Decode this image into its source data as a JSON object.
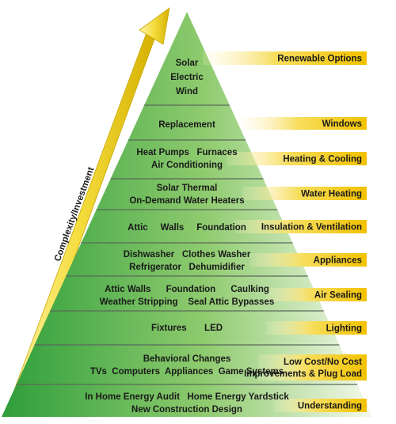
{
  "axis_label": "Complexity/Investment",
  "tiers": [
    {
      "lines": [
        "Solar",
        "Electric",
        "Wind"
      ],
      "label": [
        "Renewable Options"
      ]
    },
    {
      "lines": [
        "Replacement"
      ],
      "label": [
        "Windows"
      ]
    },
    {
      "lines": [
        "Heat Pumps   Furnaces",
        "Air Conditioning"
      ],
      "label": [
        "Heating & Cooling"
      ]
    },
    {
      "lines": [
        "Solar Thermal",
        "On-Demand Water Heaters"
      ],
      "label": [
        "Water Heating"
      ]
    },
    {
      "lines": [
        "Attic     Walls     Foundation"
      ],
      "label": [
        "Insulation & Ventilation"
      ]
    },
    {
      "lines": [
        "Dishwasher   Clothes Washer",
        "Refrigerator   Dehumidifier"
      ],
      "label": [
        "Appliances"
      ]
    },
    {
      "lines": [
        "Attic Walls      Foundation      Caulking",
        "Weather Stripping    Seal Attic Bypasses"
      ],
      "label": [
        "Air Sealing"
      ]
    },
    {
      "lines": [
        "Fixtures       LED"
      ],
      "label": [
        "Lighting"
      ]
    },
    {
      "lines": [
        "Behavioral Changes",
        "TVs  Computers  Appliances  Game Systems"
      ],
      "label": [
        "Low Cost/No Cost",
        "Improvements & Plug Load"
      ]
    },
    {
      "lines": [
        "In Home Energy Audit   Home Energy Yardstick",
        "New Construction Design"
      ],
      "label": [
        "Understanding"
      ]
    }
  ],
  "colors": {
    "green_dark": "#2f9e3a",
    "green_light": "#f4f9ec",
    "separator": "#5a6a5a",
    "label_gold": "#f2c200",
    "label_fade": "#fff6cc",
    "arrow_yellow": "#f5dc3c",
    "arrow_dark": "#c9a600"
  }
}
